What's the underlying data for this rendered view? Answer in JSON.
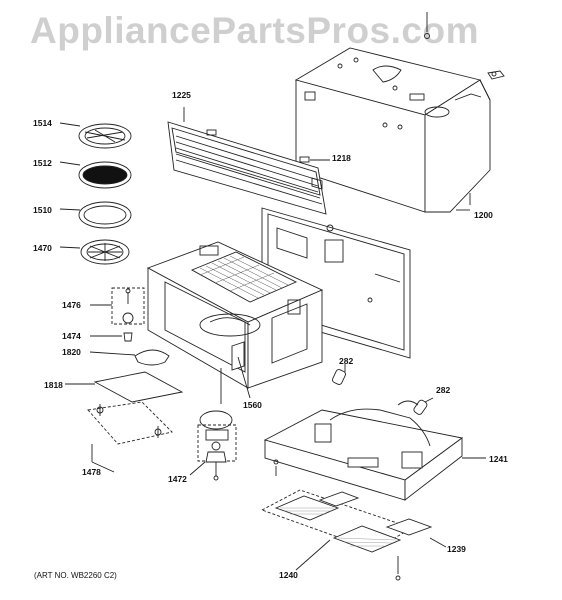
{
  "watermark": "AppliancePartsPros.com",
  "art_number": "(ART NO. WB2260 C2)",
  "parts": {
    "p1200": "1200",
    "p1218": "1218",
    "p1225": "1225",
    "p1239": "1239",
    "p1240": "1240",
    "p1241": "1241",
    "p1470": "1470",
    "p1472": "1472",
    "p1474": "1474",
    "p1476": "1476",
    "p1478": "1478",
    "p1510": "1510",
    "p1512": "1512",
    "p1514": "1514",
    "p1560": "1560",
    "p1818": "1818",
    "p1820": "1820",
    "p282": "282"
  }
}
